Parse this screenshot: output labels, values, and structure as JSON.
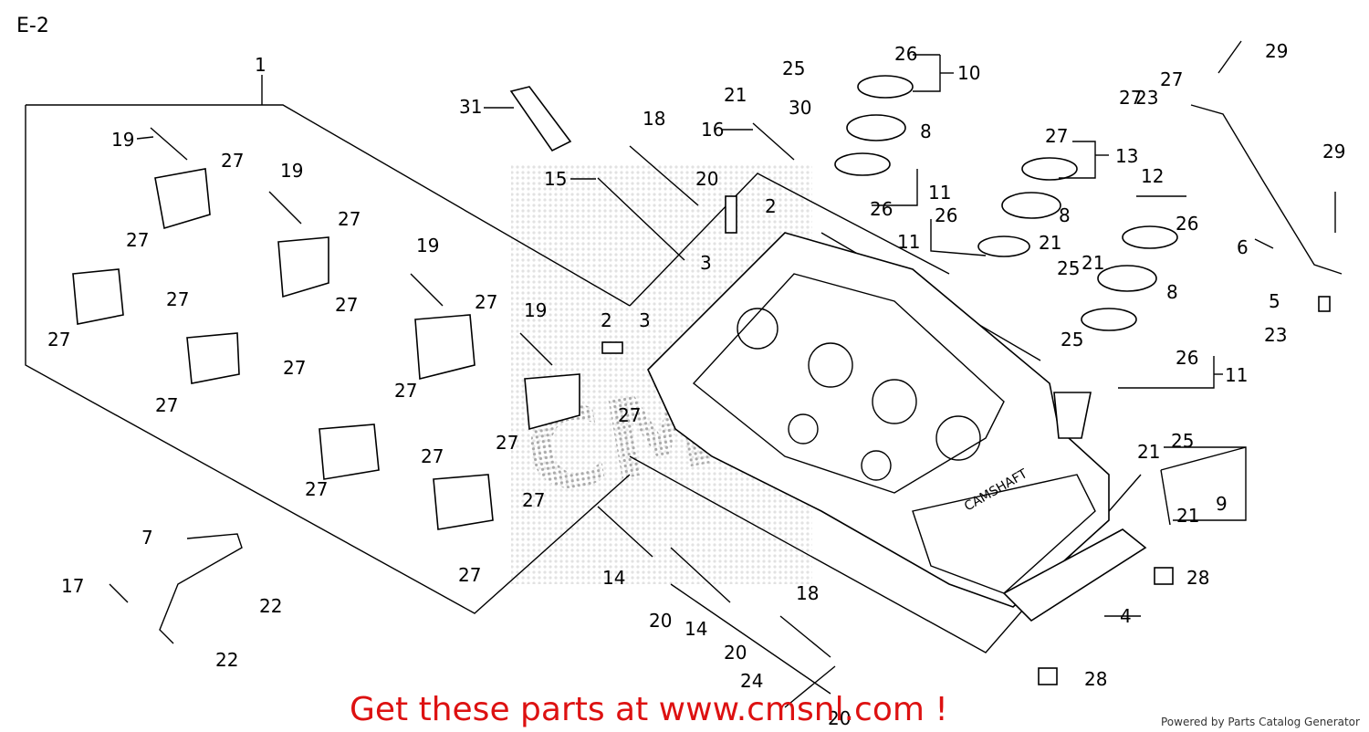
{
  "diagram_code": "E-2",
  "promo_text": "Get these parts at www.cmsnl.com !",
  "credit_text": "Powered by Parts Catalog Generator",
  "watermark_text": "CMSNL",
  "callouts": [
    {
      "id": "c1",
      "label": "1"
    },
    {
      "id": "c2",
      "label": "2"
    },
    {
      "id": "c2b",
      "label": "2"
    },
    {
      "id": "c3",
      "label": "3"
    },
    {
      "id": "c3b",
      "label": "3"
    },
    {
      "id": "c4",
      "label": "4"
    },
    {
      "id": "c5",
      "label": "5"
    },
    {
      "id": "c6",
      "label": "6"
    },
    {
      "id": "c7",
      "label": "7"
    },
    {
      "id": "c8a",
      "label": "8"
    },
    {
      "id": "c8b",
      "label": "8"
    },
    {
      "id": "c8c",
      "label": "8"
    },
    {
      "id": "c9",
      "label": "9"
    },
    {
      "id": "c10",
      "label": "10"
    },
    {
      "id": "c11a",
      "label": "11"
    },
    {
      "id": "c11b",
      "label": "11"
    },
    {
      "id": "c11c",
      "label": "11"
    },
    {
      "id": "c12",
      "label": "12"
    },
    {
      "id": "c13",
      "label": "13"
    },
    {
      "id": "c14a",
      "label": "14"
    },
    {
      "id": "c14b",
      "label": "14"
    },
    {
      "id": "c15",
      "label": "15"
    },
    {
      "id": "c16",
      "label": "16"
    },
    {
      "id": "c17",
      "label": "17"
    },
    {
      "id": "c18a",
      "label": "18"
    },
    {
      "id": "c18b",
      "label": "18"
    },
    {
      "id": "c19a",
      "label": "19"
    },
    {
      "id": "c19b",
      "label": "19"
    },
    {
      "id": "c19c",
      "label": "19"
    },
    {
      "id": "c19d",
      "label": "19"
    },
    {
      "id": "c20a",
      "label": "20"
    },
    {
      "id": "c20b",
      "label": "20"
    },
    {
      "id": "c20c",
      "label": "20"
    },
    {
      "id": "c20d",
      "label": "20"
    },
    {
      "id": "c21a",
      "label": "21"
    },
    {
      "id": "c21b",
      "label": "21"
    },
    {
      "id": "c21c",
      "label": "21"
    },
    {
      "id": "c21d",
      "label": "21"
    },
    {
      "id": "c21e",
      "label": "21"
    },
    {
      "id": "c22a",
      "label": "22"
    },
    {
      "id": "c22b",
      "label": "22"
    },
    {
      "id": "c23a",
      "label": "23"
    },
    {
      "id": "c23b",
      "label": "23"
    },
    {
      "id": "c24",
      "label": "24"
    },
    {
      "id": "c25a",
      "label": "25"
    },
    {
      "id": "c25b",
      "label": "25"
    },
    {
      "id": "c25c",
      "label": "25"
    },
    {
      "id": "c25d",
      "label": "25"
    },
    {
      "id": "c26a",
      "label": "26"
    },
    {
      "id": "c26b",
      "label": "26"
    },
    {
      "id": "c26c",
      "label": "26"
    },
    {
      "id": "c26d",
      "label": "26"
    },
    {
      "id": "c26e",
      "label": "26"
    },
    {
      "id": "c27a",
      "label": "27"
    },
    {
      "id": "c27b",
      "label": "27"
    },
    {
      "id": "c27c",
      "label": "27"
    },
    {
      "id": "c27d",
      "label": "27"
    },
    {
      "id": "c27e",
      "label": "27"
    },
    {
      "id": "c27f",
      "label": "27"
    },
    {
      "id": "c27g",
      "label": "27"
    },
    {
      "id": "c27h",
      "label": "27"
    },
    {
      "id": "c27i",
      "label": "27"
    },
    {
      "id": "c27j",
      "label": "27"
    },
    {
      "id": "c27k",
      "label": "27"
    },
    {
      "id": "c27l",
      "label": "27"
    },
    {
      "id": "c27m",
      "label": "27"
    },
    {
      "id": "c27n",
      "label": "27"
    },
    {
      "id": "c27o",
      "label": "27"
    },
    {
      "id": "c27p",
      "label": "27"
    },
    {
      "id": "c27q",
      "label": "27"
    },
    {
      "id": "c27r",
      "label": "27"
    },
    {
      "id": "c27s",
      "label": "27"
    },
    {
      "id": "c28a",
      "label": "28"
    },
    {
      "id": "c28b",
      "label": "28"
    },
    {
      "id": "c29a",
      "label": "29"
    },
    {
      "id": "c29b",
      "label": "29"
    },
    {
      "id": "c30",
      "label": "30"
    },
    {
      "id": "c31",
      "label": "31"
    }
  ]
}
